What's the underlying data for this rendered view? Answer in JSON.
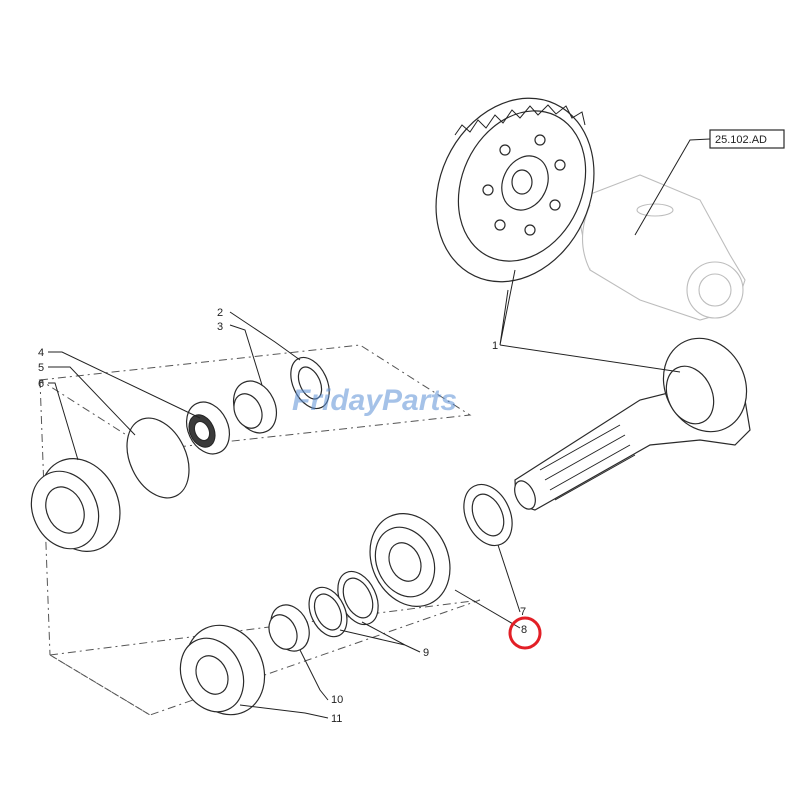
{
  "reference_box": {
    "label": "25.102.AD"
  },
  "callouts": {
    "c1": "1",
    "c2": "2",
    "c3": "3",
    "c4": "4",
    "c5": "5",
    "c6": "6",
    "c7": "7",
    "c8": "8",
    "c9": "9",
    "c10": "10",
    "c11": "11"
  },
  "highlighted_callout": "8",
  "highlight_color": "#e21f26",
  "watermark": {
    "text": "FridayParts",
    "color": "#5b8fd6"
  }
}
